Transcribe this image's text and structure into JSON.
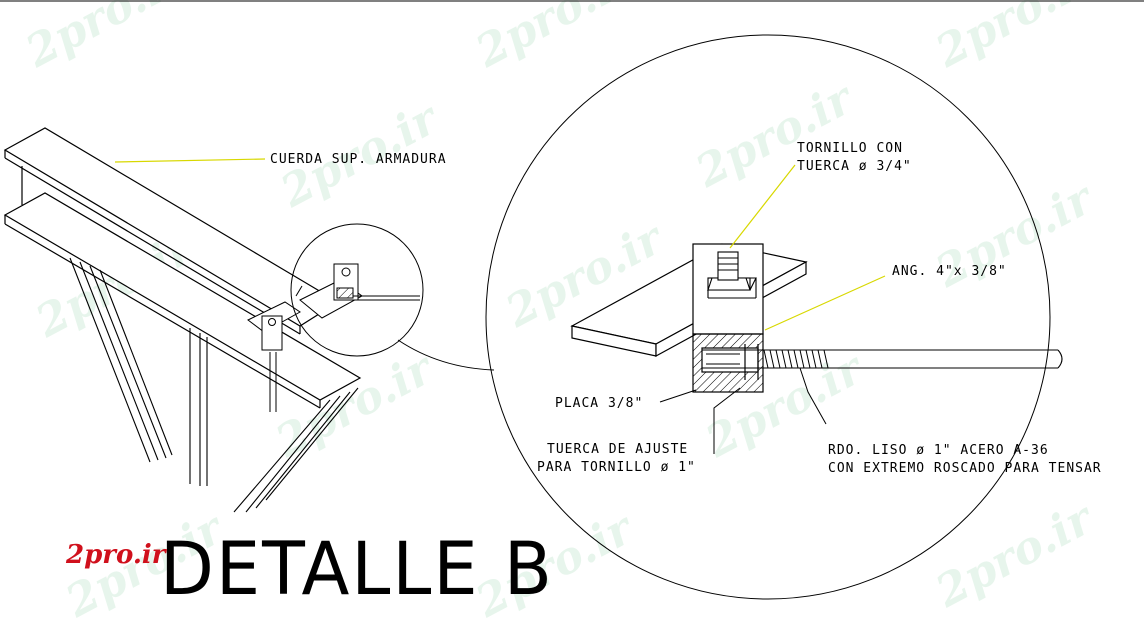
{
  "watermark": "2pro.ir",
  "logo": "2pro.ir",
  "title": "DETALLE B",
  "labels": {
    "cuerda": "CUERDA SUP. ARMADURA",
    "tornillo_1": "TORNILLO CON",
    "tornillo_2": "TUERCA ø 3/4\"",
    "ang": "ANG. 4\"x 3/8\"",
    "placa": "PLACA 3/8\"",
    "tuerca_1": "TUERCA DE AJUSTE",
    "tuerca_2": "PARA TORNILLO ø 1\"",
    "rdo_1": "RDO. LISO ø 1\" ACERO A-36",
    "rdo_2": "CON EXTREMO ROSCADO PARA TENSAR"
  },
  "colors": {
    "line": "#000000",
    "leader": "#d8d800",
    "logo": "#d0101c",
    "watermark": "#7cc896"
  }
}
